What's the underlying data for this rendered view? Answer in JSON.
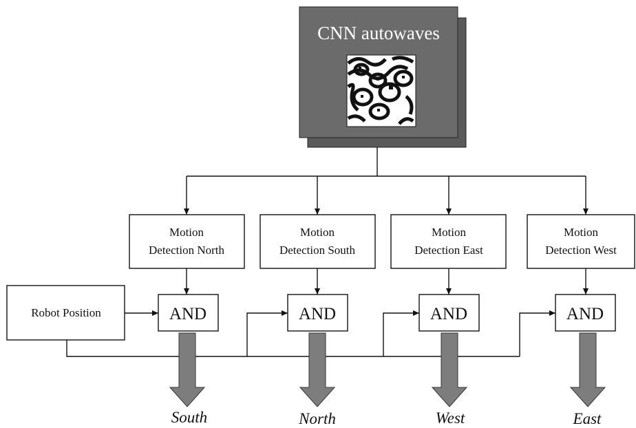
{
  "cnn": {
    "title": "CNN autowaves"
  },
  "inputs": {
    "robot_position": "Robot Position"
  },
  "detectors": [
    {
      "line1": "Motion",
      "line2": "Detection North"
    },
    {
      "line1": "Motion",
      "line2": "Detection South"
    },
    {
      "line1": "Motion",
      "line2": "Detection East"
    },
    {
      "line1": "Motion",
      "line2": "Detection West"
    }
  ],
  "gates": [
    {
      "label": "AND"
    },
    {
      "label": "AND"
    },
    {
      "label": "AND"
    },
    {
      "label": "AND"
    }
  ],
  "outputs": [
    {
      "label": "South"
    },
    {
      "label": "North"
    },
    {
      "label": "West"
    },
    {
      "label": "East"
    }
  ],
  "colors": {
    "cnn_box": "#6b6b6b",
    "cnn_shadow": "#5a5a5a",
    "output_arrow": "#7d7d7d"
  }
}
